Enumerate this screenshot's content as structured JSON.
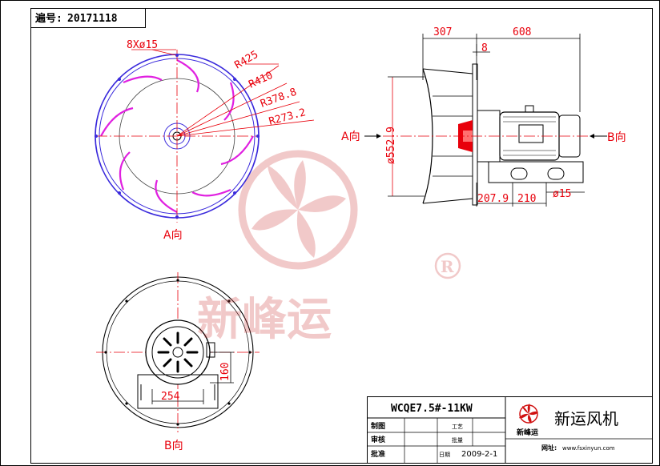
{
  "drawing_no": {
    "label": "遍号:",
    "value": "20171118"
  },
  "front_view": {
    "bolt_holes": "8Xø15",
    "radii": [
      "R425",
      "R410",
      "R378.8",
      "R273.2"
    ],
    "view_label": "A向"
  },
  "side_view": {
    "dim_307": "307",
    "dim_608": "608",
    "dim_8": "8",
    "dia_552": "ø552.9",
    "dim_207": "207.9",
    "dim_210": "210",
    "dia_15": "ø15",
    "arrow_a": "A向",
    "arrow_b": "B向"
  },
  "bottom_view": {
    "dim_160": "160",
    "dim_254": "254",
    "view_label": "B向"
  },
  "watermark": {
    "text": "新峰运",
    "registered": "R"
  },
  "title_block": {
    "model": "WCQE7.5#-11KW",
    "company": "新运风机",
    "logo_text": "新峰运",
    "row_labels": [
      "制图",
      "审核",
      "批准"
    ],
    "mid_labels": [
      "工艺",
      "批量"
    ],
    "date_label": "日期",
    "date": "2009-2-1",
    "website_label": "网址:",
    "website": "www.fsxinyun.com"
  },
  "colors": {
    "dim": "#e8000b",
    "outline": "#000000",
    "blade": "#e020e0",
    "rim": "#3a2adc"
  }
}
